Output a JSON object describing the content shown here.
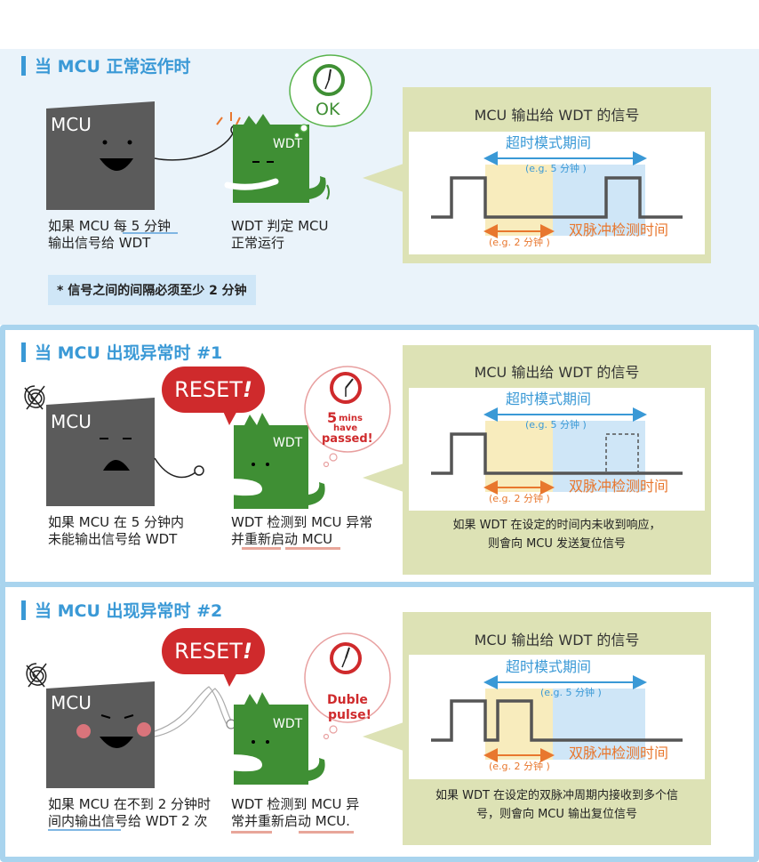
{
  "section1": {
    "title": "当 MCU 正常运作时",
    "mcu_label": "MCU",
    "wdt_label": "WDT",
    "ok_text": "OK",
    "caption_mcu": [
      "如果 MCU 每 5 分钟",
      "输出信号给 WDT"
    ],
    "caption_wdt": [
      "WDT 判定 MCU",
      "正常运行"
    ],
    "note": "* 信号之间的间隔必须至少 2 分钟",
    "panel": {
      "title": "MCU 输出给 WDT 的信号",
      "timeout_label": "超时模式期间",
      "timeout_example": "(e.g. 5 分钟 )",
      "window_label": "双脉冲检测时间",
      "window_example": "(e.g. 2 分钟 )"
    }
  },
  "section2": {
    "title": "当 MCU 出现异常时 #1",
    "mcu_label": "MCU",
    "wdt_label": "WDT",
    "reset_text": "RESET",
    "reset_mark": "!",
    "bubble_lines": [
      "5",
      "mins",
      "have",
      "passed!"
    ],
    "caption_mcu": [
      "如果 MCU 在 5 分钟内",
      "未能输出信号给 WDT"
    ],
    "caption_wdt": [
      "WDT 检测到 MCU 异常",
      "并重新启动 MCU"
    ],
    "panel": {
      "title": "MCU 输出给 WDT 的信号",
      "timeout_label": "超时模式期间",
      "timeout_example": "(e.g. 5 分钟 )",
      "window_label": "双脉冲检测时间",
      "window_example": "(e.g. 2 分钟 )",
      "description": [
        "如果 WDT 在设定的时间内未收到响应，",
        "则會向 MCU 发送复位信号"
      ]
    }
  },
  "section3": {
    "title": "当 MCU 出现异常时 #2",
    "mcu_label": "MCU",
    "wdt_label": "WDT",
    "reset_text": "RESET",
    "reset_mark": "!",
    "bubble_lines": [
      "Duble",
      "pulse!"
    ],
    "caption_mcu": [
      "如果 MCU 在不到 2 分钟时",
      "间内输出信号给 WDT 2 次"
    ],
    "caption_wdt": [
      "WDT 检测到 MCU 异",
      "常并重新启动 MCU."
    ],
    "panel": {
      "title": "MCU 输出给 WDT 的信号",
      "timeout_label": "超时模式期间",
      "timeout_example": "(e.g. 5 分钟 )",
      "window_label": "双脉冲检测时间",
      "window_example": "(e.g. 2 分钟 )",
      "description": [
        "如果 WDT 在设定的双脉冲周期内接收到多个信",
        "号，则會向 MCU 输出复位信号"
      ]
    }
  },
  "colors": {
    "accent_blue": "#3a99d6",
    "accent_orange": "#e8772e",
    "wdt_green": "#3f8f34",
    "mcu_gray": "#5b5b5b",
    "reset_red": "#cf2a2c",
    "panel_olive": "#dde2b5",
    "timeout_blue": "#cfe6f7",
    "window_yellow": "#f8ecbd"
  }
}
